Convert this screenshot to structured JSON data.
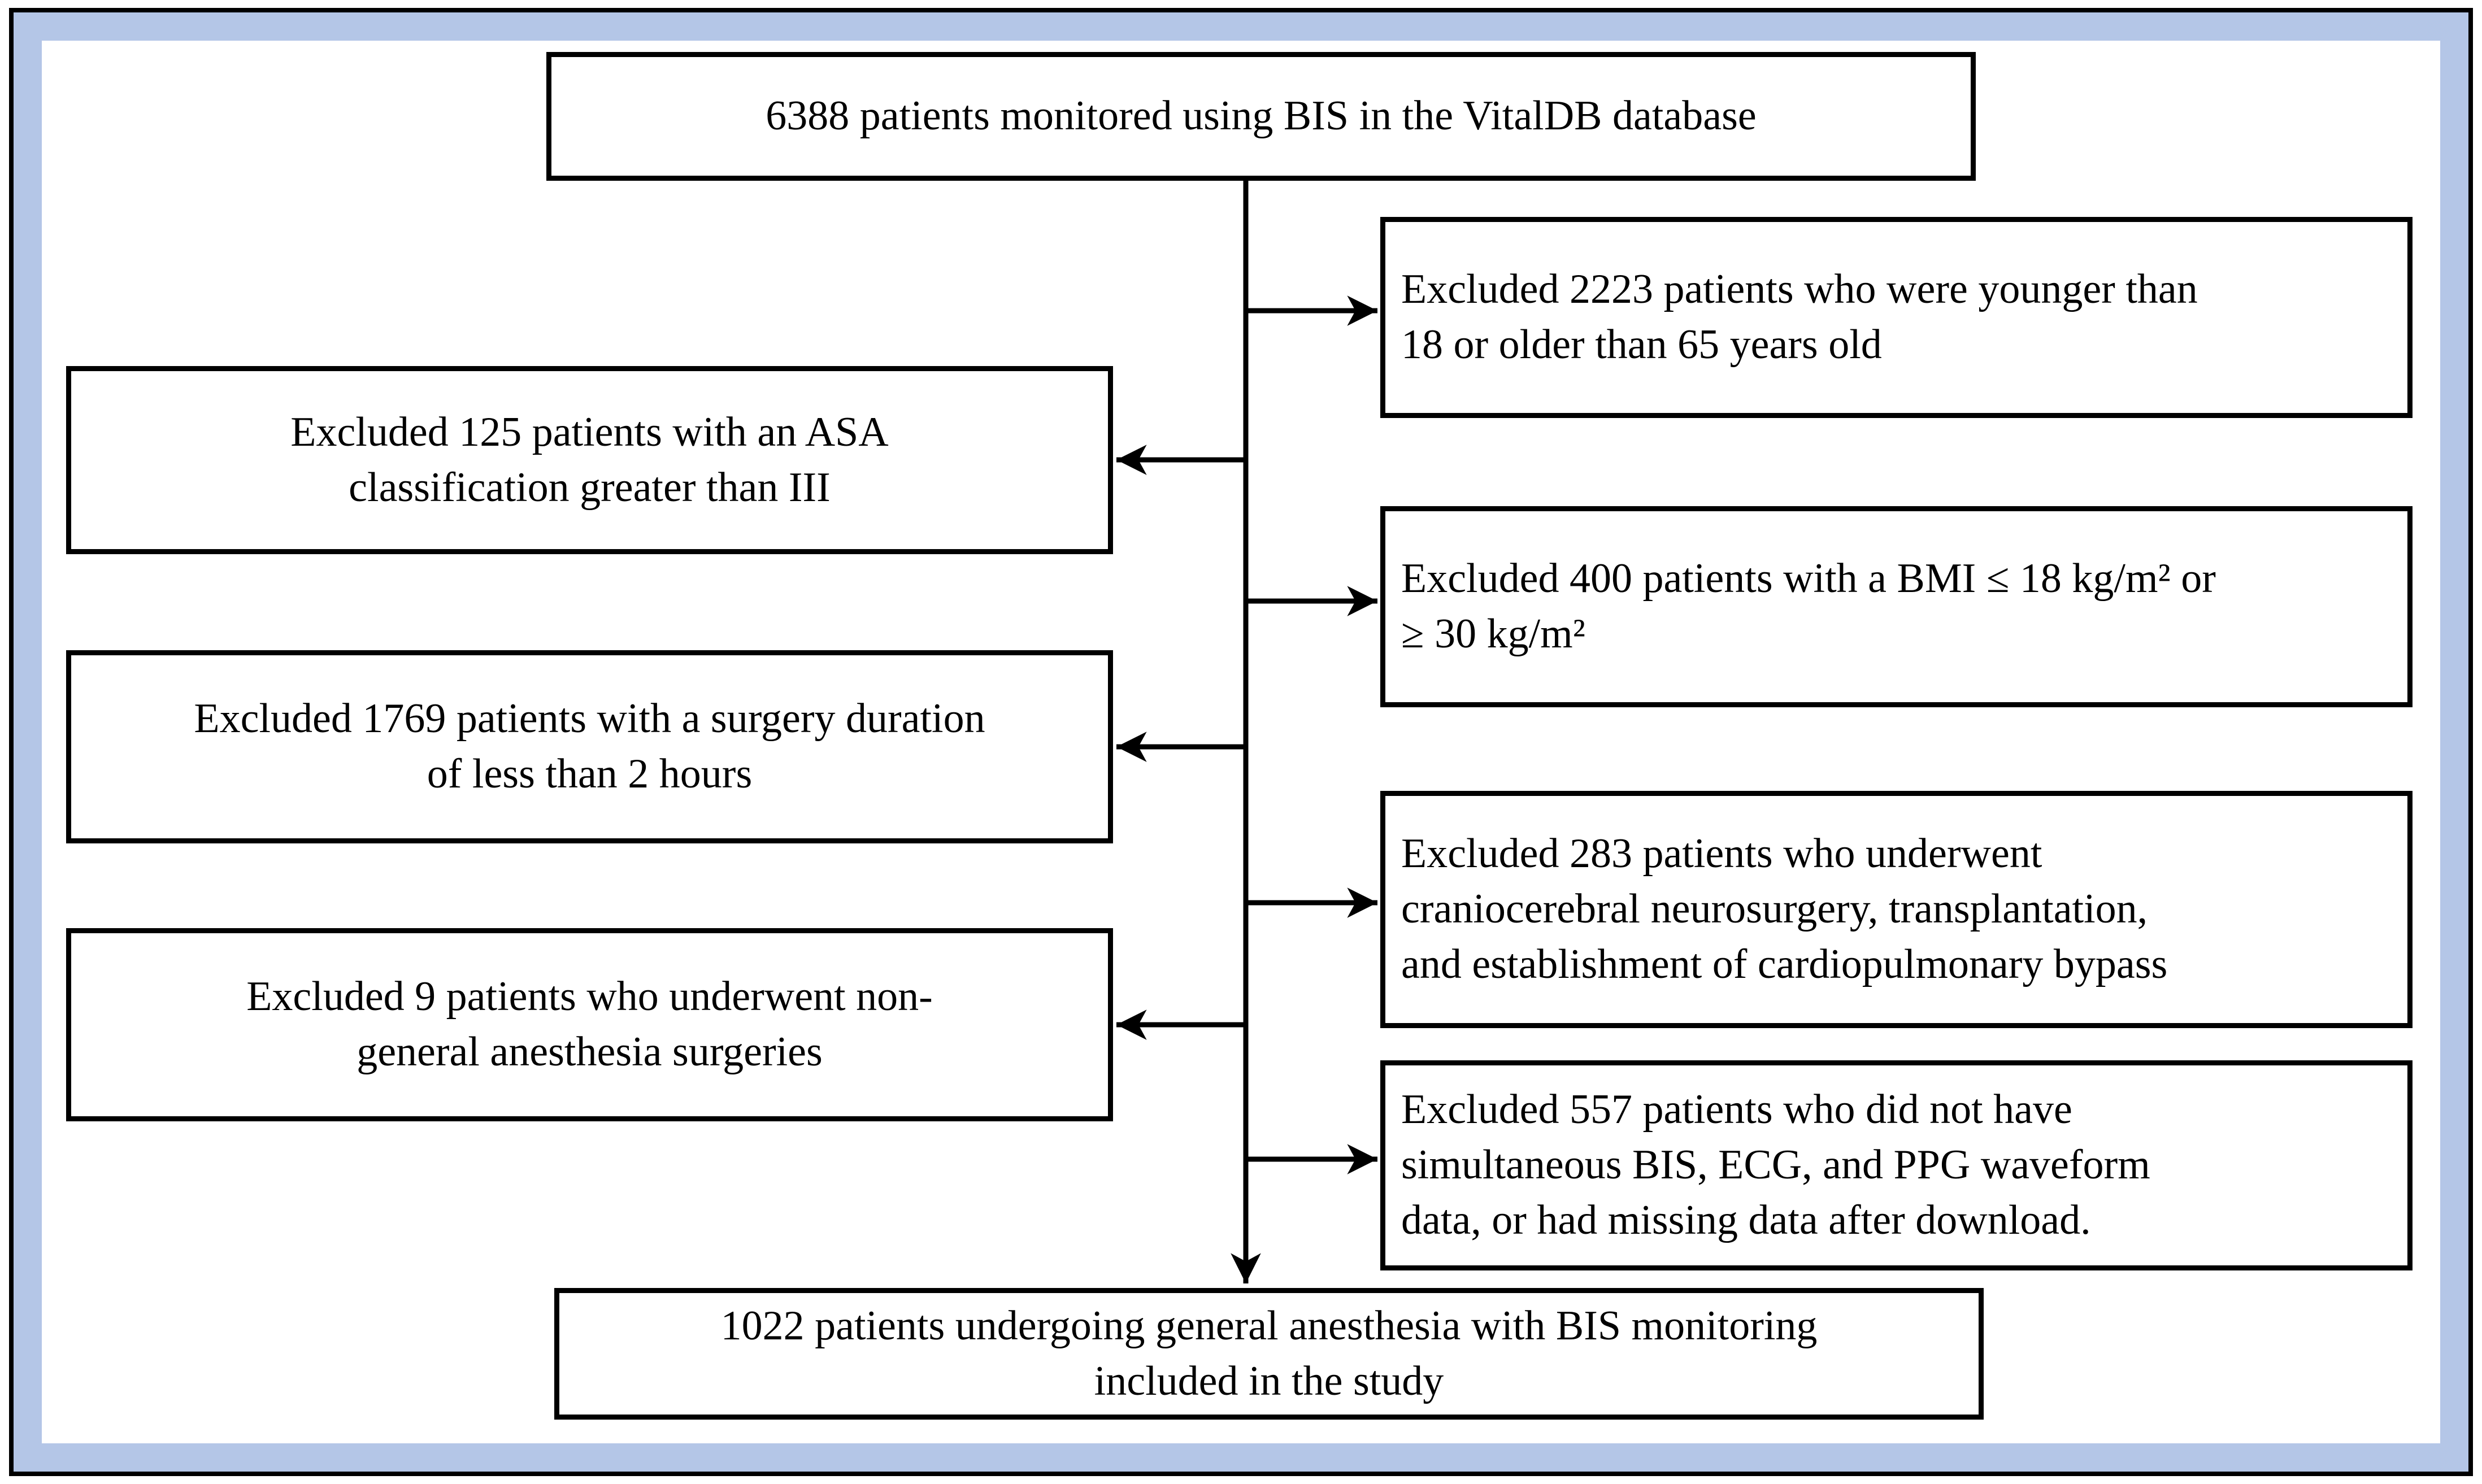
{
  "figure": {
    "background": "#ffffff",
    "frame_outer_border_color": "#000000",
    "frame_band_color": "#b4c6e7",
    "box_border_color": "#000000",
    "text_color": "#000000",
    "arrow_color": "#000000"
  },
  "flowchart": {
    "top_box": {
      "lines": [
        "6388 patients monitored using BIS in the VitalDB database"
      ]
    },
    "right_boxes": [
      {
        "lines": [
          "Excluded 2223 patients who were younger than",
          "18 or older than 65 years old"
        ]
      },
      {
        "lines": [
          "Excluded 400 patients with a BMI ≤ 18 kg/m² or",
          "≥ 30 kg/m²"
        ]
      },
      {
        "lines": [
          "Excluded 283 patients who underwent",
          "craniocerebral neurosurgery, transplantation,",
          "and establishment of cardiopulmonary bypass"
        ]
      },
      {
        "lines": [
          "Excluded 557 patients who did not have",
          "simultaneous BIS, ECG, and PPG waveform",
          "data, or had missing data after download."
        ]
      }
    ],
    "left_boxes": [
      {
        "lines": [
          "Excluded 125 patients with an ASA",
          "classification greater than III"
        ]
      },
      {
        "lines": [
          "Excluded 1769 patients with a surgery duration",
          "of less than 2 hours"
        ]
      },
      {
        "lines": [
          "Excluded 9 patients who underwent non-",
          "general anesthesia surgeries"
        ]
      }
    ],
    "bottom_box": {
      "lines": [
        "1022 patients undergoing general anesthesia with BIS monitoring",
        "included in the study"
      ]
    }
  }
}
